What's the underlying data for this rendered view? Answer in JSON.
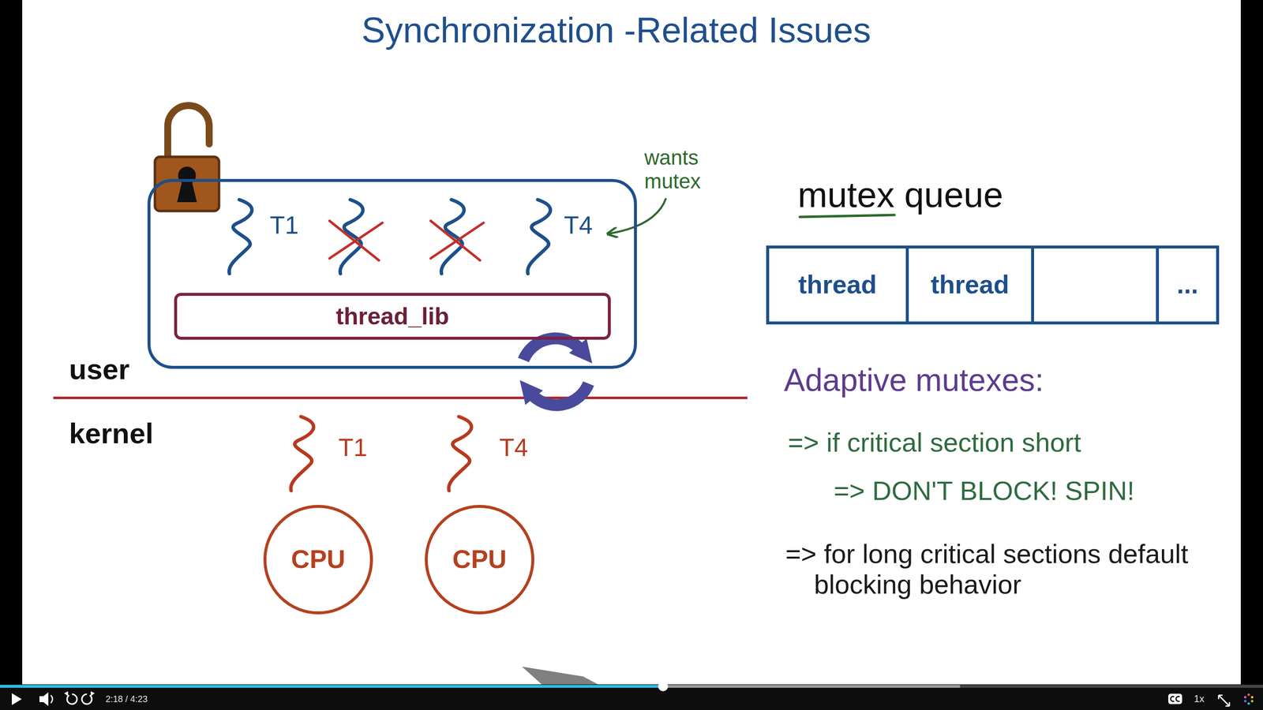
{
  "diagram": {
    "title": "Synchronization -Related Issues",
    "nodes": [
      {
        "text": [
          "T1",
          "T4"
        ]
      },
      {
        "text": [
          "thread_lib"
        ],
        "in": 0
      },
      {
        "text": [
          "CPU"
        ]
      },
      {
        "text": [
          "CPU"
        ]
      },
      {
        "text": [
          "mutex queue"
        ]
      },
      {
        "text": [
          "thread"
        ],
        "in": 4
      },
      {
        "text": [
          "thread"
        ],
        "in": 4
      },
      {
        "text": [
          "..."
        ],
        "in": 4
      }
    ],
    "labels": [
      "wants mutex",
      "user",
      "kernel",
      "T1",
      "T4",
      "Adaptive mutexes:",
      "=> if critical section short",
      "=> DON'T BLOCK! SPIN!",
      "=> for long critical sections default blocking behavior",
      "2:18 / 4:23",
      "1x"
    ]
  }
}
